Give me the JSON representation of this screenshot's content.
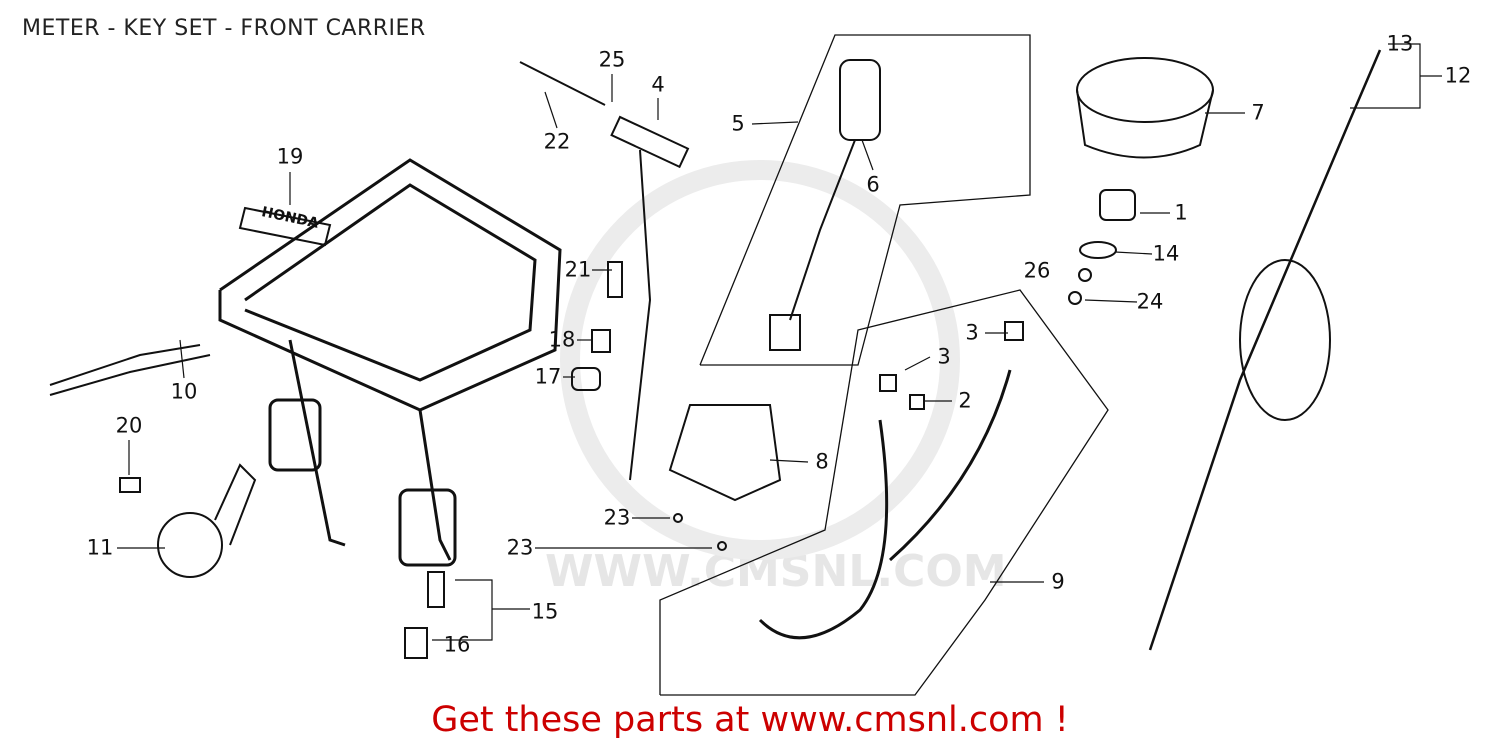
{
  "title": "METER - KEY SET - FRONT CARRIER",
  "watermark": "WWW.CMSNL.COM",
  "footer": "Get these parts at www.cmsnl.com !",
  "emblem_text": "HONDA",
  "callouts": [
    "25",
    "4",
    "22",
    "5",
    "6",
    "7",
    "13",
    "12",
    "19",
    "1",
    "14",
    "26",
    "24",
    "21",
    "3",
    "3",
    "18",
    "17",
    "2",
    "10",
    "20",
    "8",
    "9",
    "23",
    "23",
    "11",
    "15",
    "16"
  ]
}
